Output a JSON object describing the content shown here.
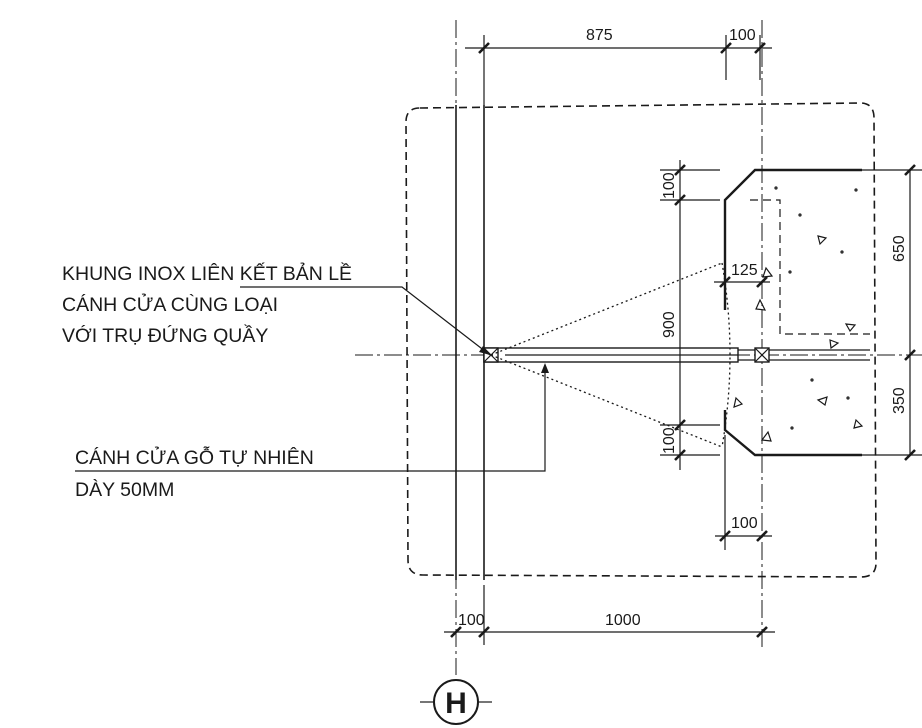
{
  "dimensions": {
    "top_span": "875",
    "top_small": "100",
    "left_top": "100",
    "left_door": "900",
    "left_bottom": "100",
    "hinge_offset": "125",
    "right_upper": "650",
    "right_lower": "350",
    "bottom_small": "100",
    "bottom_left": "100",
    "bottom_span": "1000"
  },
  "notes": {
    "frame_line1": "KHUNG INOX LIÊN KẾT BẢN LỀ",
    "frame_line2": "CÁNH CỬA CÙNG LOẠI",
    "frame_line3": "VỚI TRỤ ĐỨNG QUẦY",
    "door_line1": "CÁNH CỬA GỖ TỰ NHIÊN",
    "door_line2": "DÀY 50MM"
  },
  "grid_bubble": "H",
  "colors": {
    "ink": "#1a1a1a",
    "paper": "#ffffff"
  }
}
